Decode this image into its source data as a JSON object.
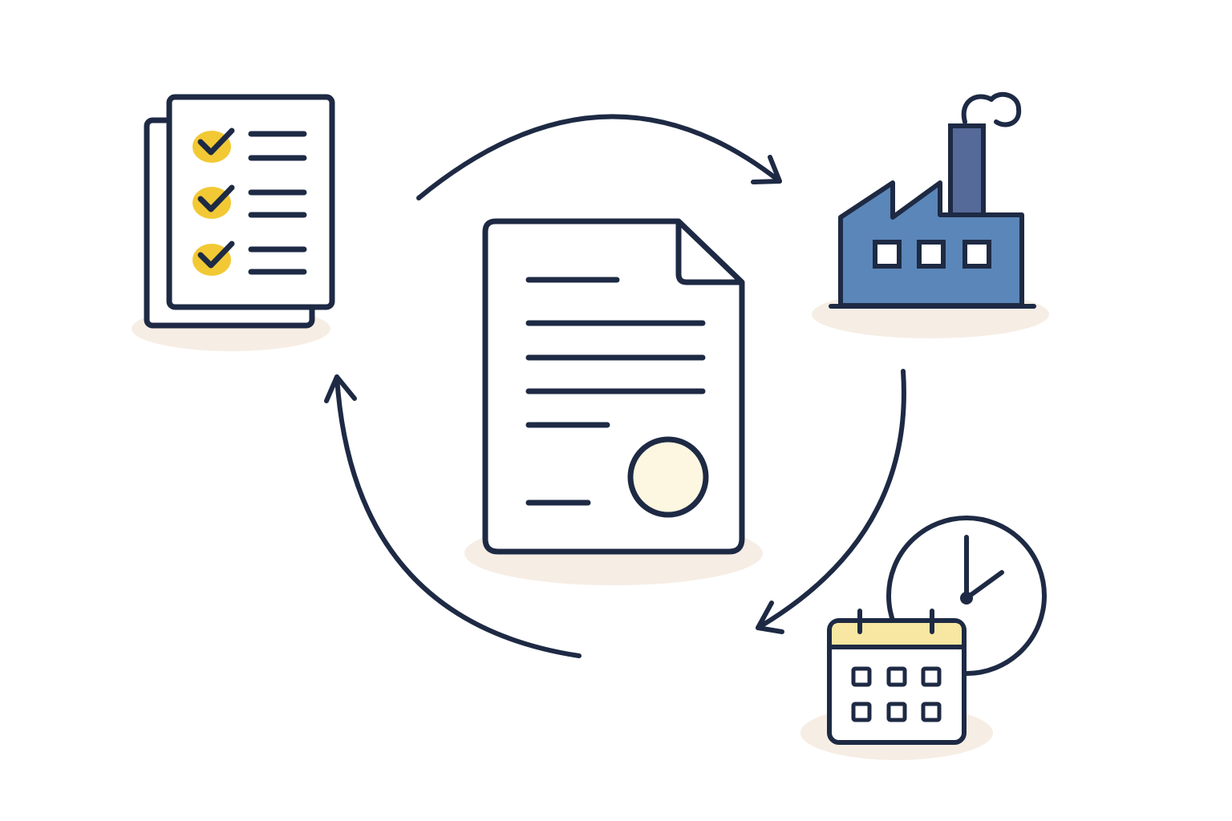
{
  "diagram": {
    "type": "cycle",
    "nodes": [
      {
        "id": "certificate",
        "icon": "certificate-document-icon",
        "position_word": "center"
      },
      {
        "id": "checklist",
        "icon": "checklist-icon",
        "position_word": "top-left"
      },
      {
        "id": "factory",
        "icon": "factory-icon",
        "position_word": "top-right"
      },
      {
        "id": "schedule",
        "icon": "calendar-clock-icon",
        "position_word": "bottom-right"
      }
    ],
    "cycle_order": [
      "checklist",
      "factory",
      "schedule",
      "checklist"
    ],
    "arrow_direction": "clockwise"
  },
  "colors": {
    "stroke": "#1e2a44",
    "factory_fill": "#5b86b9",
    "chimney_fill": "#566a99",
    "check_highlight": "#f2c934",
    "seal_fill": "#fdf7e1",
    "calendar_header": "#f7e7a2",
    "shadow": "#f6ede4",
    "background": "#ffffff"
  }
}
